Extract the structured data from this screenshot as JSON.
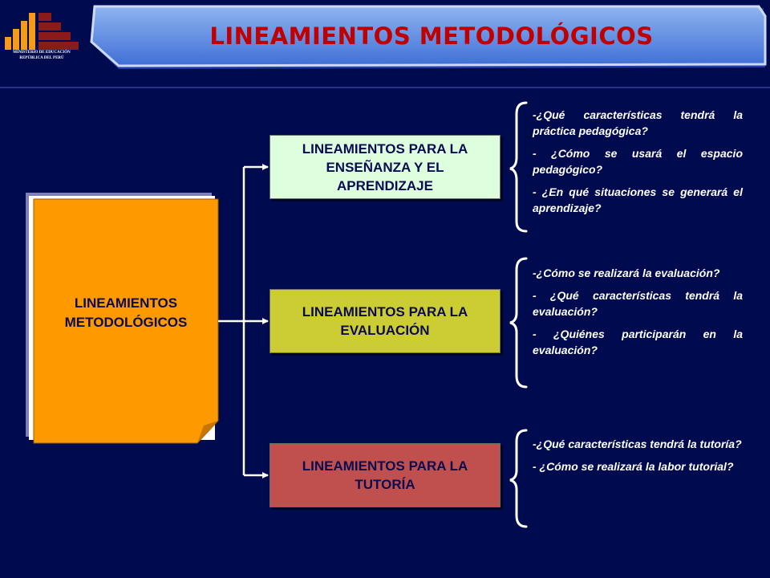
{
  "logo": {
    "line1": "MINISTERIO DE EDUCACIÓN",
    "line2": "REPÚBLICA DEL PERÚ",
    "colors": {
      "orange": "#f59a1a",
      "red": "#8b1a1a"
    }
  },
  "header": {
    "title": "LINEAMIENTOS METODOLÓGICOS"
  },
  "main": {
    "label": "LINEAMIENTOS METODOLÓGICOS"
  },
  "branches": [
    {
      "label": "LINEAMIENTOS PARA LA ENSEÑANZA Y EL APRENDIZAJE",
      "color": "#ddffdd",
      "questions": [
        "-¿Qué características tendrá la práctica pedagógica?",
        "- ¿Cómo se usará el espacio pedagógico?",
        "- ¿En qué situaciones se generará el aprendizaje?"
      ]
    },
    {
      "label": "LINEAMIENTOS PARA LA EVALUACIÓN",
      "color": "#cccc33",
      "questions": [
        "-¿Cómo se realizará la evaluación?",
        "- ¿Qué características tendrá la evaluación?",
        "- ¿Quiénes participarán en la evaluación?"
      ]
    },
    {
      "label": "LINEAMIENTOS PARA LA TUTORÍA",
      "color": "#c0504d",
      "questions": [
        "-¿Qué características tendrá la tutoría?",
        "- ¿Cómo se realizará la labor tutorial?"
      ]
    }
  ],
  "colors": {
    "background": "#000a4f",
    "title_text": "#c00000",
    "banner_fill": "#4a86e8",
    "main_doc": "#ff9900",
    "connector": "#ffffff"
  }
}
